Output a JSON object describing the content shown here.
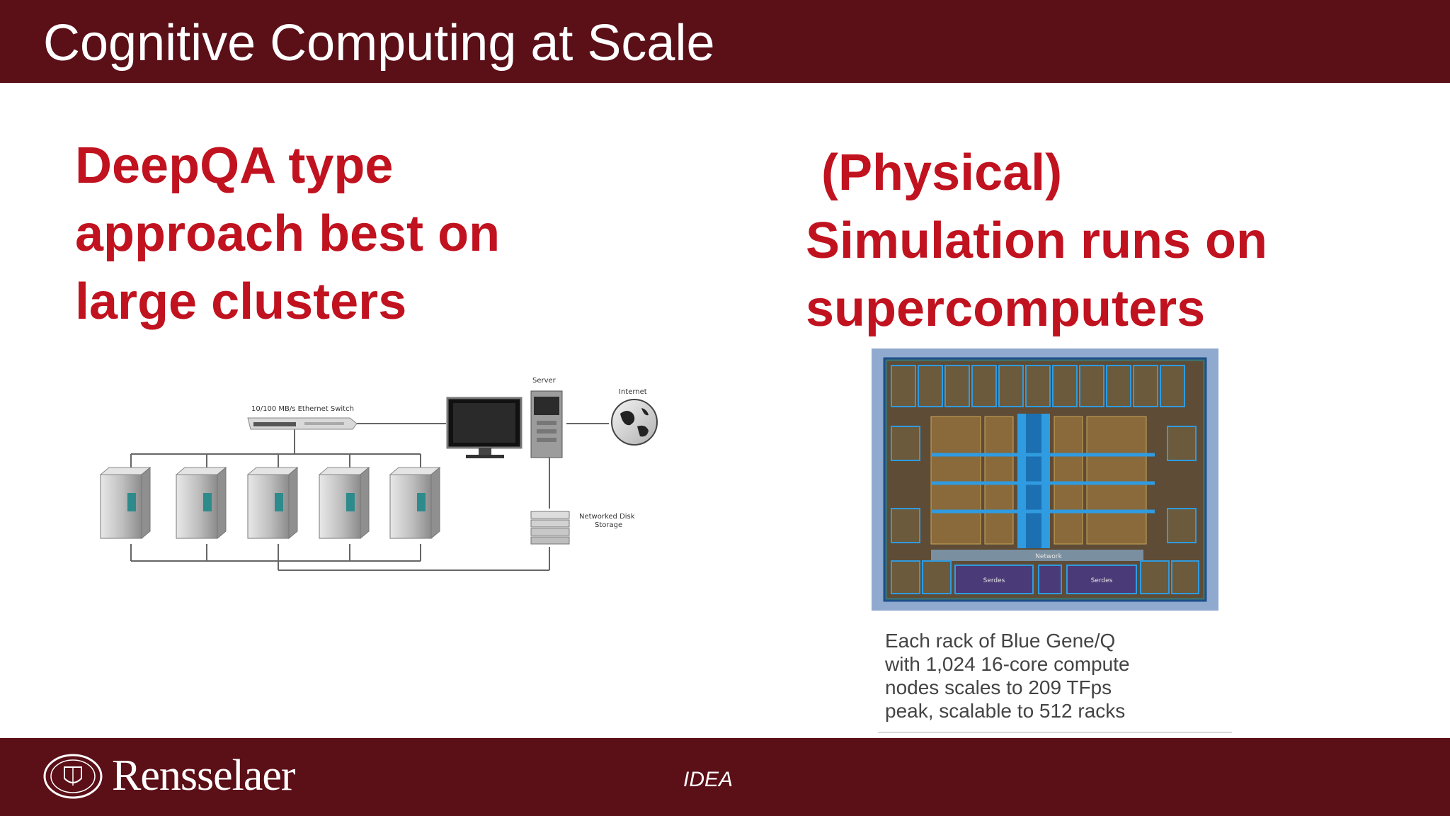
{
  "slide": {
    "title": "Cognitive Computing at Scale"
  },
  "left": {
    "heading_lines": [
      "DeepQA type",
      "approach best on",
      "large clusters"
    ]
  },
  "right": {
    "heading_lines": [
      "(Physical)",
      "Simulation runs on",
      "supercomputers"
    ],
    "caption_lines": [
      "Each rack of Blue Gene/Q",
      "with 1,024 16-core compute",
      "nodes scales to 209 TFps",
      "peak, scalable to 512 racks"
    ]
  },
  "diagram": {
    "labels": {
      "switch": "10/100 MB/s Ethernet Switch",
      "server": "Server",
      "internet": "Internet",
      "storage_line1": "Networked Disk",
      "storage_line2": "Storage"
    }
  },
  "chip": {
    "labels": {
      "series_left": "Serdes",
      "series_right": "Serdes",
      "network": "Network"
    }
  },
  "footer": {
    "wordmark": "Rensselaer",
    "tag": "IDEA"
  },
  "colors": {
    "brand": "#5b0f17",
    "heading": "#c1121f",
    "chip_blue": "#2f9be0"
  },
  "icons": {
    "seal": "university-seal-icon"
  }
}
